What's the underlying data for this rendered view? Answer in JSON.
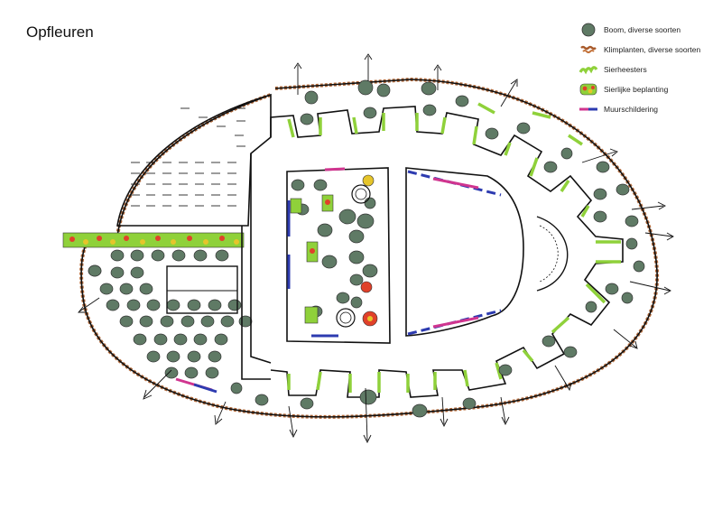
{
  "title": "Opfleuren",
  "legend": [
    {
      "label": "Boom, diverse soorten",
      "icon": "tree-icon"
    },
    {
      "label": "Klimplanten, diverse soorten",
      "icon": "climbing-plant-icon"
    },
    {
      "label": "Sierheesters",
      "icon": "shrub-icon"
    },
    {
      "label": "Sierlijke beplanting",
      "icon": "ornamental-planting-icon"
    },
    {
      "label": "Muurschildering",
      "icon": "mural-icon"
    }
  ],
  "colors": {
    "tree": "#5f7a65",
    "climber": "#a85a2a",
    "shrub": "#8fd13a",
    "ornamental_red": "#e0412a",
    "ornamental_yellow": "#e6c52a",
    "mural_blue": "#2d3bb0",
    "mural_pink": "#d0358f",
    "line": "#111111"
  }
}
